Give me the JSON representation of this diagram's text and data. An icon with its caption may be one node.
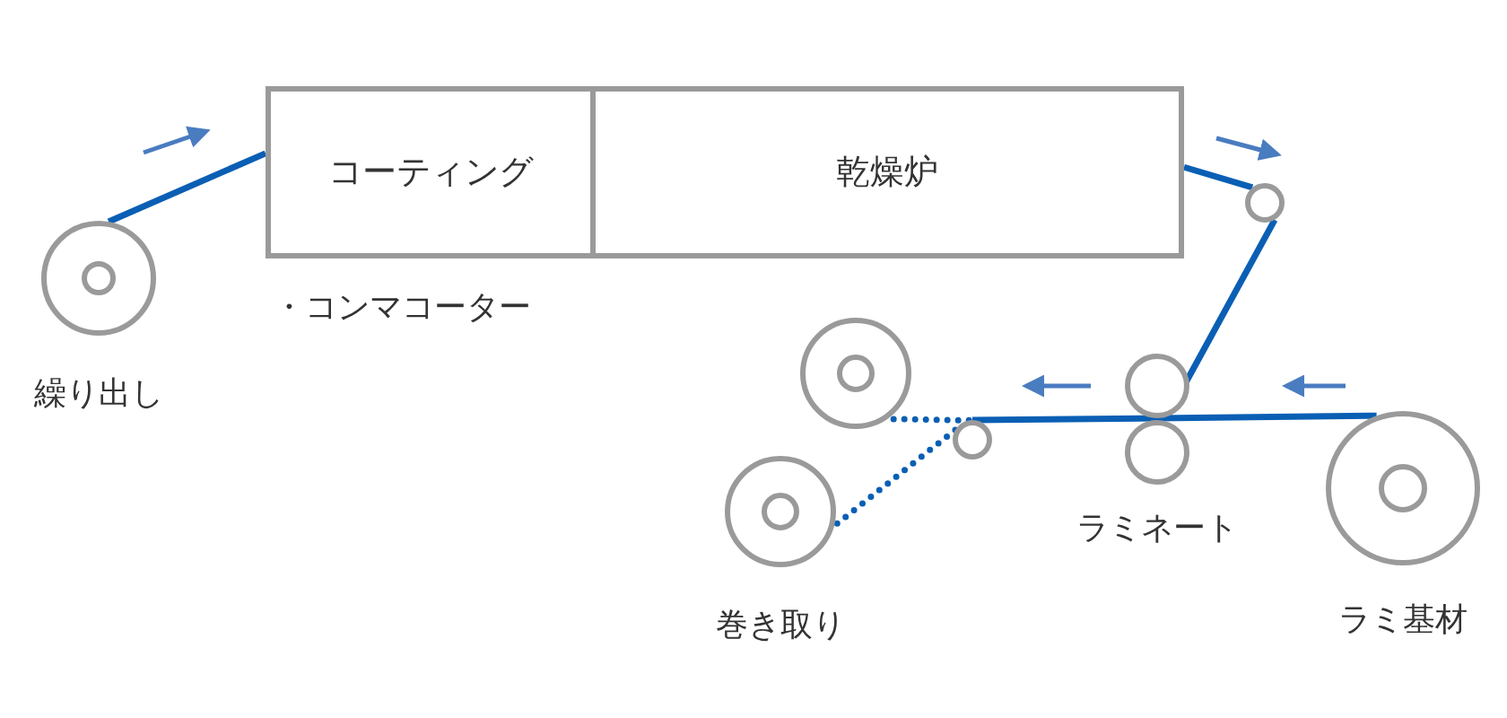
{
  "diagram": {
    "nodes": [
      {
        "text": [
          "繰り出し"
        ]
      },
      {
        "text": [
          "コーティング"
        ],
        "beside": [
          "・コンマコーター"
        ]
      },
      {
        "text": [
          "乾燥炉"
        ]
      },
      {
        "text": [],
        "shape": "circle"
      },
      {
        "text": [
          "ラミネート"
        ]
      },
      {
        "text": [
          "ラミ基材"
        ]
      },
      {
        "text": [],
        "shape": "circle"
      },
      {
        "text": [],
        "shape": "circle"
      },
      {
        "text": [
          "巻き取り"
        ]
      }
    ],
    "edges": [
      {
        "from": 0,
        "to": 1,
        "arrow": "none"
      },
      {
        "from": 2,
        "to": 3,
        "arrow": "none"
      },
      {
        "from": 3,
        "to": 4,
        "arrow": "none"
      },
      {
        "from": 5,
        "to": 4,
        "arrow": "none"
      },
      {
        "from": 4,
        "to": 6,
        "arrow": "none"
      },
      {
        "from": 6,
        "to": 7,
        "arrow": "none",
        "style": "dashed"
      },
      {
        "from": 6,
        "to": 8,
        "arrow": "none",
        "style": "dashed"
      }
    ]
  }
}
